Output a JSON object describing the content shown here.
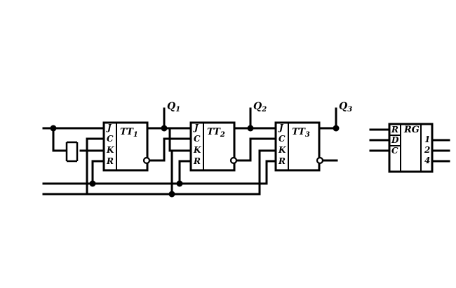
{
  "diagram": {
    "outputs": {
      "q1": "Q",
      "q1_sub": "1",
      "q2": "Q",
      "q2_sub": "2",
      "q3": "Q",
      "q3_sub": "3"
    },
    "flipflops": [
      {
        "name": "TT",
        "sub": "1",
        "pins": [
          "J",
          "C",
          "K",
          "R"
        ]
      },
      {
        "name": "TT",
        "sub": "2",
        "pins": [
          "J",
          "C",
          "K",
          "R"
        ]
      },
      {
        "name": "TT",
        "sub": "3",
        "pins": [
          "J",
          "C",
          "K",
          "R"
        ]
      }
    ],
    "register": {
      "name": "RG",
      "inputs": [
        "R",
        "D",
        "C"
      ],
      "outputs": [
        "1",
        "2",
        "4"
      ]
    }
  }
}
